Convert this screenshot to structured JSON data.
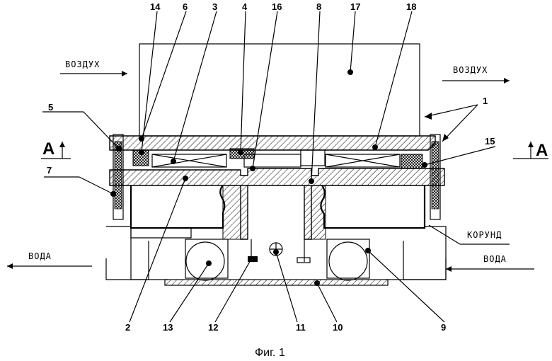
{
  "figure": {
    "caption": "Фиг. 1",
    "section_mark": "А",
    "flows": {
      "air_in": "ВОЗДУХ",
      "air_out": "ВОЗДУХ",
      "water_out": "ВОДА",
      "water_in": "ВОДА",
      "material": "КОРУНД"
    },
    "callouts": {
      "n1": "1",
      "n2": "2",
      "n3": "3",
      "n4": "4",
      "n5": "5",
      "n6": "6",
      "n7": "7",
      "n8": "8",
      "n9": "9",
      "n10": "10",
      "n11": "11",
      "n12": "12",
      "n13": "13",
      "n14": "14",
      "n15": "15",
      "n16": "16",
      "n17": "17",
      "n18": "18"
    }
  }
}
